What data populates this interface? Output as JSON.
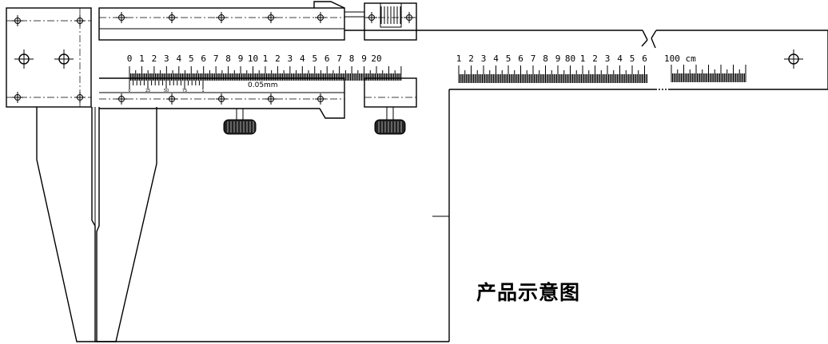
{
  "caption": "产品示意图",
  "scale": {
    "left_labels": [
      "0",
      "1",
      "2",
      "3",
      "4",
      "5",
      "6",
      "7",
      "8",
      "9",
      "10",
      "1",
      "2",
      "3",
      "4",
      "5",
      "6",
      "7",
      "8",
      "9",
      "20"
    ],
    "right_labels": [
      "1",
      "2",
      "3",
      "4",
      "5",
      "6",
      "7",
      "8",
      "9",
      "80",
      "1",
      "2",
      "3",
      "4",
      "5",
      "6"
    ],
    "end_label": "100 cm"
  },
  "vernier": {
    "labels": [
      "0",
      "25",
      "50",
      "75",
      "1"
    ],
    "resolution": "0.05mm"
  }
}
